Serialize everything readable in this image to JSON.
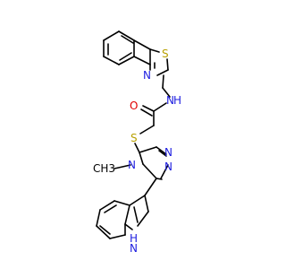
{
  "atoms": {
    "s_thiazole": {
      "text": "S",
      "color": "#b8a000"
    },
    "n_thiazole": {
      "text": "N",
      "color": "#2020e0"
    },
    "n_amide": {
      "text": "N",
      "color": "#2020e0"
    },
    "h_amide": {
      "text": "H",
      "color": "#2020e0"
    },
    "o_carbonyl": {
      "text": "O",
      "color": "#e00000"
    },
    "s_thioether": {
      "text": "S",
      "color": "#b8a000"
    },
    "n_triazole_4": {
      "text": "N",
      "color": "#2020e0"
    },
    "methyl": {
      "text": "CH3",
      "color": "#000000"
    },
    "n_triazole_1": {
      "text": "N",
      "color": "#2020e0"
    },
    "n_triazole_2": {
      "text": "N",
      "color": "#2020e0"
    },
    "h_indole": {
      "text": "H",
      "color": "#2020e0"
    },
    "n_indole": {
      "text": "N",
      "color": "#2020e0"
    }
  }
}
